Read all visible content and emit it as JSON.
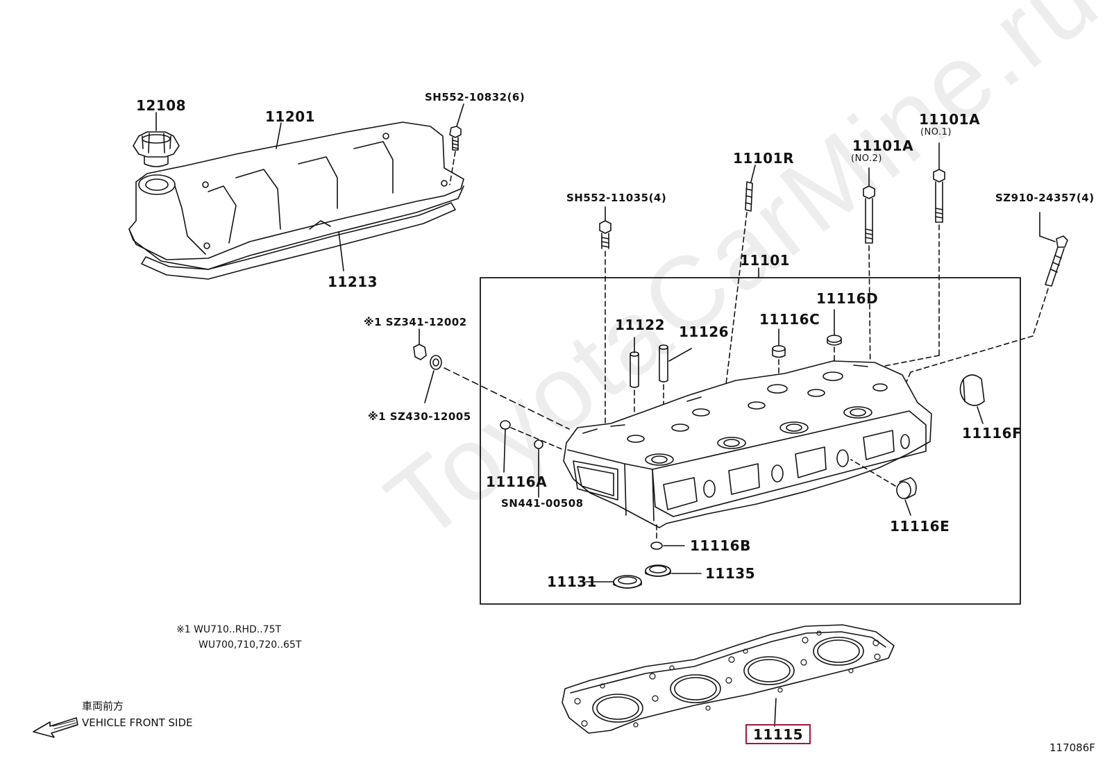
{
  "watermark": "ToyotaCarMine.ru",
  "diagram_code": "117086F",
  "highlighted_part": "11115",
  "highlight_color": "#a0163a",
  "parts": {
    "p12108": "12108",
    "p11201": "11201",
    "p11213": "11213",
    "sh552_10832": "SH552-10832(6)",
    "sh552_11035": "SH552-11035(4)",
    "p11101r": "11101R",
    "p11101a_no2": "11101A",
    "p11101a_no2_sub": "(NO.2)",
    "p11101a_no1": "11101A",
    "p11101a_no1_sub": "(NO.1)",
    "sz910_24357": "SZ910-24357(4)",
    "p11101": "11101",
    "p11116d": "11116D",
    "p11122": "11122",
    "p11126": "11126",
    "p11116c": "11116C",
    "sz341": "※1 SZ341-12002",
    "sz430": "※1 SZ430-12005",
    "p11116f": "11116F",
    "p11116a": "11116A",
    "sn441": "SN441-00508",
    "p11116e": "11116E",
    "p11116b": "11116B",
    "p11131": "11131",
    "p11135": "11135",
    "p11115": "11115"
  },
  "notes": {
    "line1": "※1 WU710..RHD..75T",
    "line2": "WU700,710,720..65T"
  },
  "front": {
    "jp": "車両前方",
    "en": "VEHICLE FRONT SIDE"
  }
}
